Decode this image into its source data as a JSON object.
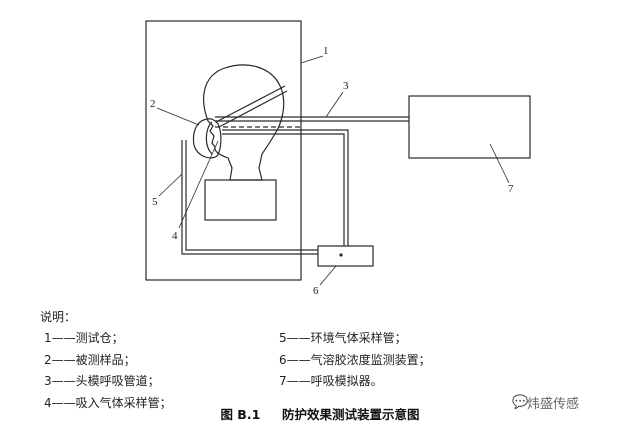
{
  "callouts": [
    "1",
    "2",
    "3",
    "4",
    "5",
    "6",
    "7"
  ],
  "legend": {
    "title": "说明：",
    "col1": [
      "1——测试仓；",
      "2——被测样品；",
      "3——头模呼吸管道；",
      "4——吸入气体采样管；"
    ],
    "col2": [
      "5——环境气体采样管；",
      "6——气溶胶浓度监测装置；",
      "7——呼吸模拟器。"
    ]
  },
  "caption": {
    "number": "图 B.1",
    "text": "防护效果测试装置示意图"
  },
  "watermark": {
    "icon": "chat-bubble-icon",
    "text": "炜盛传感"
  }
}
